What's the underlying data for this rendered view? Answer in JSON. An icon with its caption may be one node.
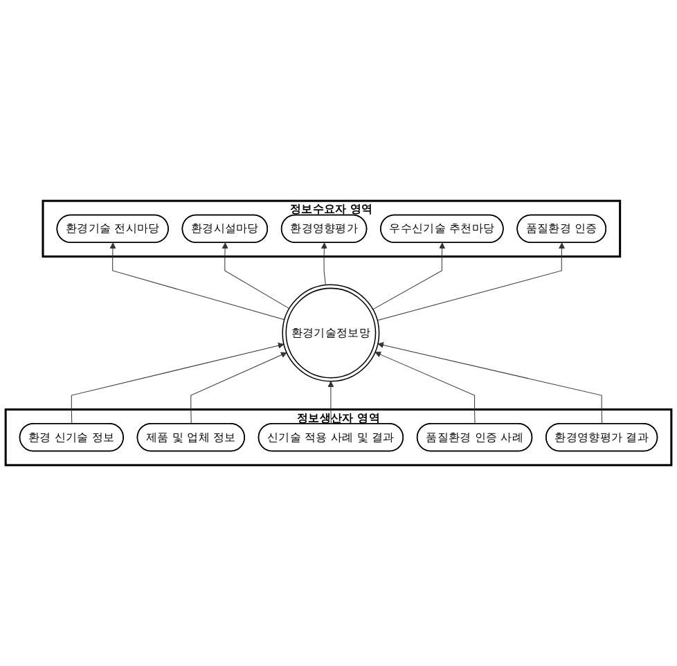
{
  "diagram": {
    "nodes": [
      {
        "text": [
          "정보수요자 영역"
        ]
      },
      {
        "text": [
          "환경기술 전시마당"
        ],
        "in": 0
      },
      {
        "text": [
          "환경시설마당"
        ],
        "in": 0
      },
      {
        "text": [
          "환경영향평가"
        ],
        "in": 0
      },
      {
        "text": [
          "우수신기술 추천마당"
        ],
        "in": 0
      },
      {
        "text": [
          "품질환경 인증"
        ],
        "in": 0
      },
      {
        "text": [
          "환경기술정보망"
        ]
      },
      {
        "text": [
          "정보생산자 영역"
        ]
      },
      {
        "text": [
          "신기술 적용 사례 및 결과"
        ],
        "in": 7
      },
      {
        "text": [
          "환경영향평가 결과"
        ],
        "in": 7
      },
      {
        "text": [
          "환경 신기술 정보"
        ],
        "in": 7
      },
      {
        "text": [
          "제품 및 업체 정보"
        ],
        "in": 7
      },
      {
        "text": [
          "품질환경 인증 사례"
        ],
        "in": 7
      }
    ],
    "edges": [
      {
        "from": 6,
        "to": 1,
        "arrow": "to"
      },
      {
        "from": 6,
        "to": 4,
        "arrow": "to"
      },
      {
        "from": 6,
        "to": 2,
        "arrow": "to"
      },
      {
        "from": 6,
        "to": 5,
        "arrow": "to"
      },
      {
        "from": 6,
        "to": 3,
        "arrow": "to"
      },
      {
        "from": 10,
        "to": 6,
        "arrow": "to"
      },
      {
        "from": 11,
        "to": 6,
        "arrow": "to"
      },
      {
        "from": 8,
        "to": 6,
        "arrow": "to"
      },
      {
        "from": 12,
        "to": 6,
        "arrow": "to"
      },
      {
        "from": 9,
        "to": 6,
        "arrow": "to"
      }
    ]
  }
}
